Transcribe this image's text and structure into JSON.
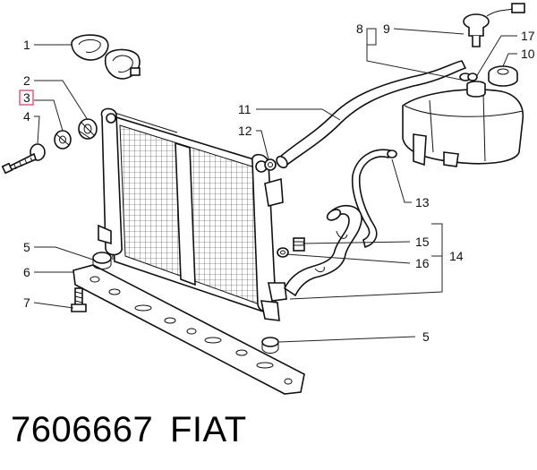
{
  "callouts": {
    "c1": "1",
    "c2": "2",
    "c3": "3",
    "c4": "4",
    "c5a": "5",
    "c5b": "5",
    "c6": "6",
    "c7": "7",
    "c8": "8",
    "c9": "9",
    "c10": "10",
    "c11": "11",
    "c12": "12",
    "c13": "13",
    "c14": "14",
    "c15": "15",
    "c16": "16",
    "c17": "17"
  },
  "footer": {
    "part_number": "7606667",
    "brand": "FIAT"
  },
  "highlight": {
    "callout": "3",
    "color": "#e0506a"
  }
}
